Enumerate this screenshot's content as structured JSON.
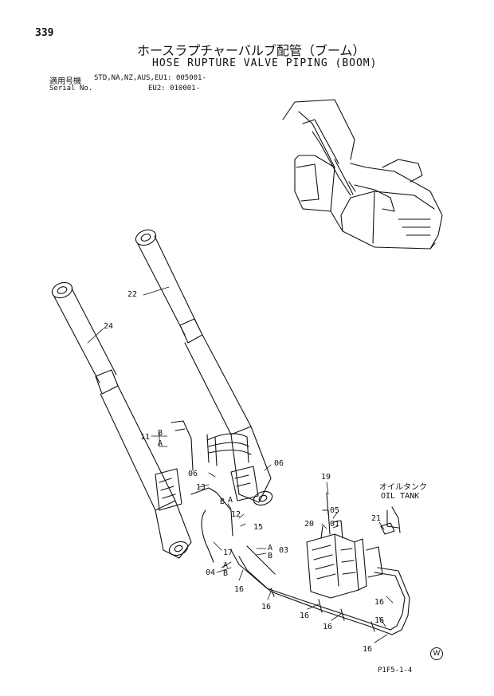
{
  "page_number": "339",
  "title_jp": "ホースラプチャーバルブ配管（ブーム）",
  "title_en": "HOSE RUPTURE VALVE PIPING (BOOM)",
  "applicability_label": "適用号機",
  "serial_label": "Serial No.",
  "applicability_line1": "STD,NA,NZ,AUS,EU1: 005001-",
  "applicability_line2": "EU2: 010001-",
  "oil_tank_jp": "オイルタンク",
  "oil_tank_en": "OIL TANK",
  "figure_code": "P1F5-1-4",
  "watermark": "W",
  "callouts": {
    "c22": "22",
    "c24": "24",
    "c11": "11",
    "c11b": "B",
    "c11a": "A",
    "c06a": "06",
    "c06b": "06",
    "c13": "13",
    "c13b": "B",
    "c13a": "A",
    "c12": "12",
    "c15": "15",
    "c17": "17",
    "c04": "04",
    "c04a": "A",
    "c04b": "B",
    "c16a": "16",
    "c16b": "16",
    "c16c": "16",
    "c16d": "16",
    "c16e": "16",
    "c16f": "16",
    "c03": "03",
    "c03a": "A",
    "c03b": "B",
    "c19": "19",
    "c05": "05",
    "c01": "01",
    "c20": "20",
    "c21": "21"
  }
}
